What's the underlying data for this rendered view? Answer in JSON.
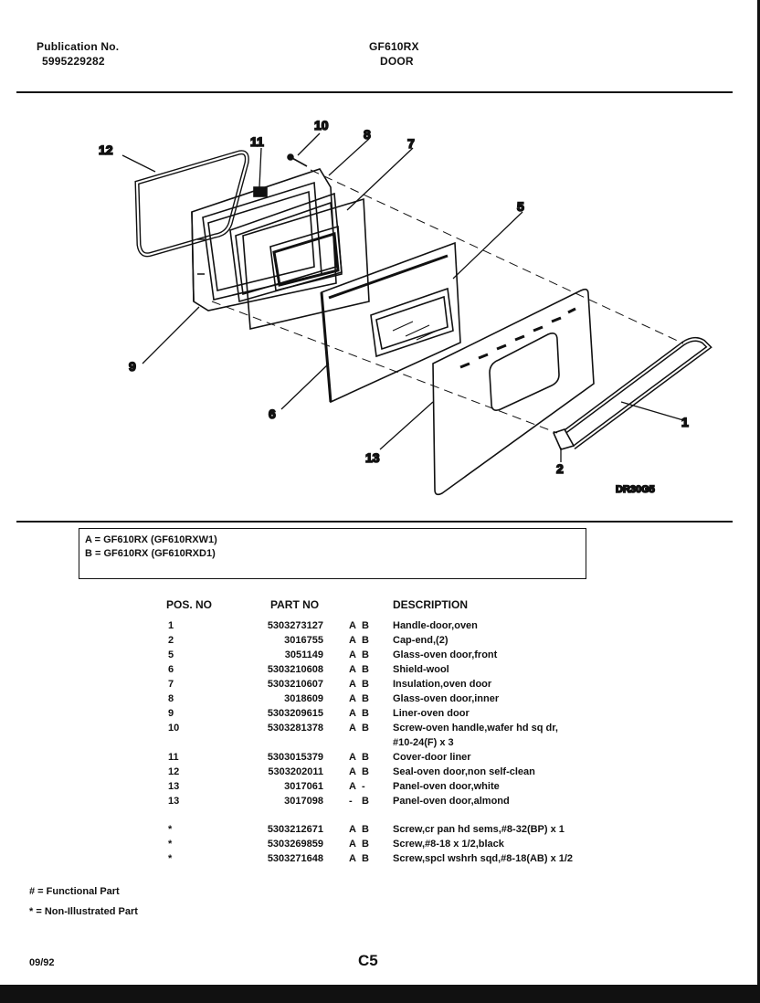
{
  "header": {
    "publication_label": "Publication No.",
    "publication_number": "5995229282",
    "model": "GF610RX",
    "section": "DOOR"
  },
  "diagram": {
    "callouts": [
      "12",
      "11",
      "10",
      "8",
      "7",
      "5",
      "9",
      "6",
      "13",
      "1",
      "2"
    ],
    "drawing_code": "DR30G5"
  },
  "legend": {
    "lines": [
      "A = GF610RX (GF610RXW1)",
      "B = GF610RX (GF610RXD1)"
    ]
  },
  "table": {
    "headers": {
      "pos": "POS. NO",
      "part": "PART NO",
      "description": "DESCRIPTION"
    },
    "rows": [
      {
        "pos": "1",
        "part": "5303273127",
        "a": "A",
        "b": "B",
        "desc": "Handle-door,oven"
      },
      {
        "pos": "2",
        "part": "3016755",
        "a": "A",
        "b": "B",
        "desc": "Cap-end,(2)"
      },
      {
        "pos": "5",
        "part": "3051149",
        "a": "A",
        "b": "B",
        "desc": "Glass-oven door,front"
      },
      {
        "pos": "6",
        "part": "5303210608",
        "a": "A",
        "b": "B",
        "desc": "Shield-wool"
      },
      {
        "pos": "7",
        "part": "5303210607",
        "a": "A",
        "b": "B",
        "desc": "Insulation,oven door"
      },
      {
        "pos": "8",
        "part": "3018609",
        "a": "A",
        "b": "B",
        "desc": "Glass-oven door,inner"
      },
      {
        "pos": "9",
        "part": "5303209615",
        "a": "A",
        "b": "B",
        "desc": "Liner-oven door"
      },
      {
        "pos": "10",
        "part": "5303281378",
        "a": "A",
        "b": "B",
        "desc": "Screw-oven handle,wafer hd sq dr,",
        "desc2": "#10-24(F) x 3"
      },
      {
        "pos": "11",
        "part": "5303015379",
        "a": "A",
        "b": "B",
        "desc": "Cover-door liner"
      },
      {
        "pos": "12",
        "part": "5303202011",
        "a": "A",
        "b": "B",
        "desc": "Seal-oven door,non self-clean"
      },
      {
        "pos": "13",
        "part": "3017061",
        "a": "A",
        "b": "-",
        "desc": "Panel-oven door,white"
      },
      {
        "pos": "13",
        "part": "3017098",
        "a": "-",
        "b": "B",
        "desc": "Panel-oven door,almond"
      },
      {
        "pos": "*",
        "part": "5303212671",
        "a": "A",
        "b": "B",
        "desc": "Screw,cr pan hd sems,#8-32(BP) x 1"
      },
      {
        "pos": "*",
        "part": "5303269859",
        "a": "A",
        "b": "B",
        "desc": "Screw,#8-18 x 1/2,black"
      },
      {
        "pos": "*",
        "part": "5303271648",
        "a": "A",
        "b": "B",
        "desc": "Screw,spcl wshrh sqd,#8-18(AB) x 1/2"
      }
    ]
  },
  "notes": {
    "functional": "# = Functional Part",
    "non_illustrated": "* = Non-Illustrated Part"
  },
  "footer": {
    "date": "09/92",
    "page": "C5"
  }
}
